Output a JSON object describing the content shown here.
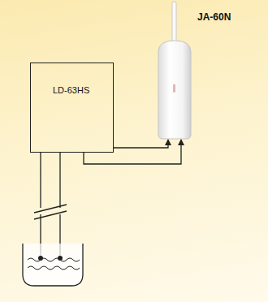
{
  "diagram": {
    "nodes": [
      {
        "text": [
          "LD-63HS"
        ]
      },
      {
        "text": [
          "JA-60N"
        ]
      }
    ],
    "edges": [
      {
        "from": 0,
        "to": 1,
        "arrow": "to"
      },
      {
        "from": 0,
        "to": 1,
        "arrow": "to"
      }
    ]
  }
}
